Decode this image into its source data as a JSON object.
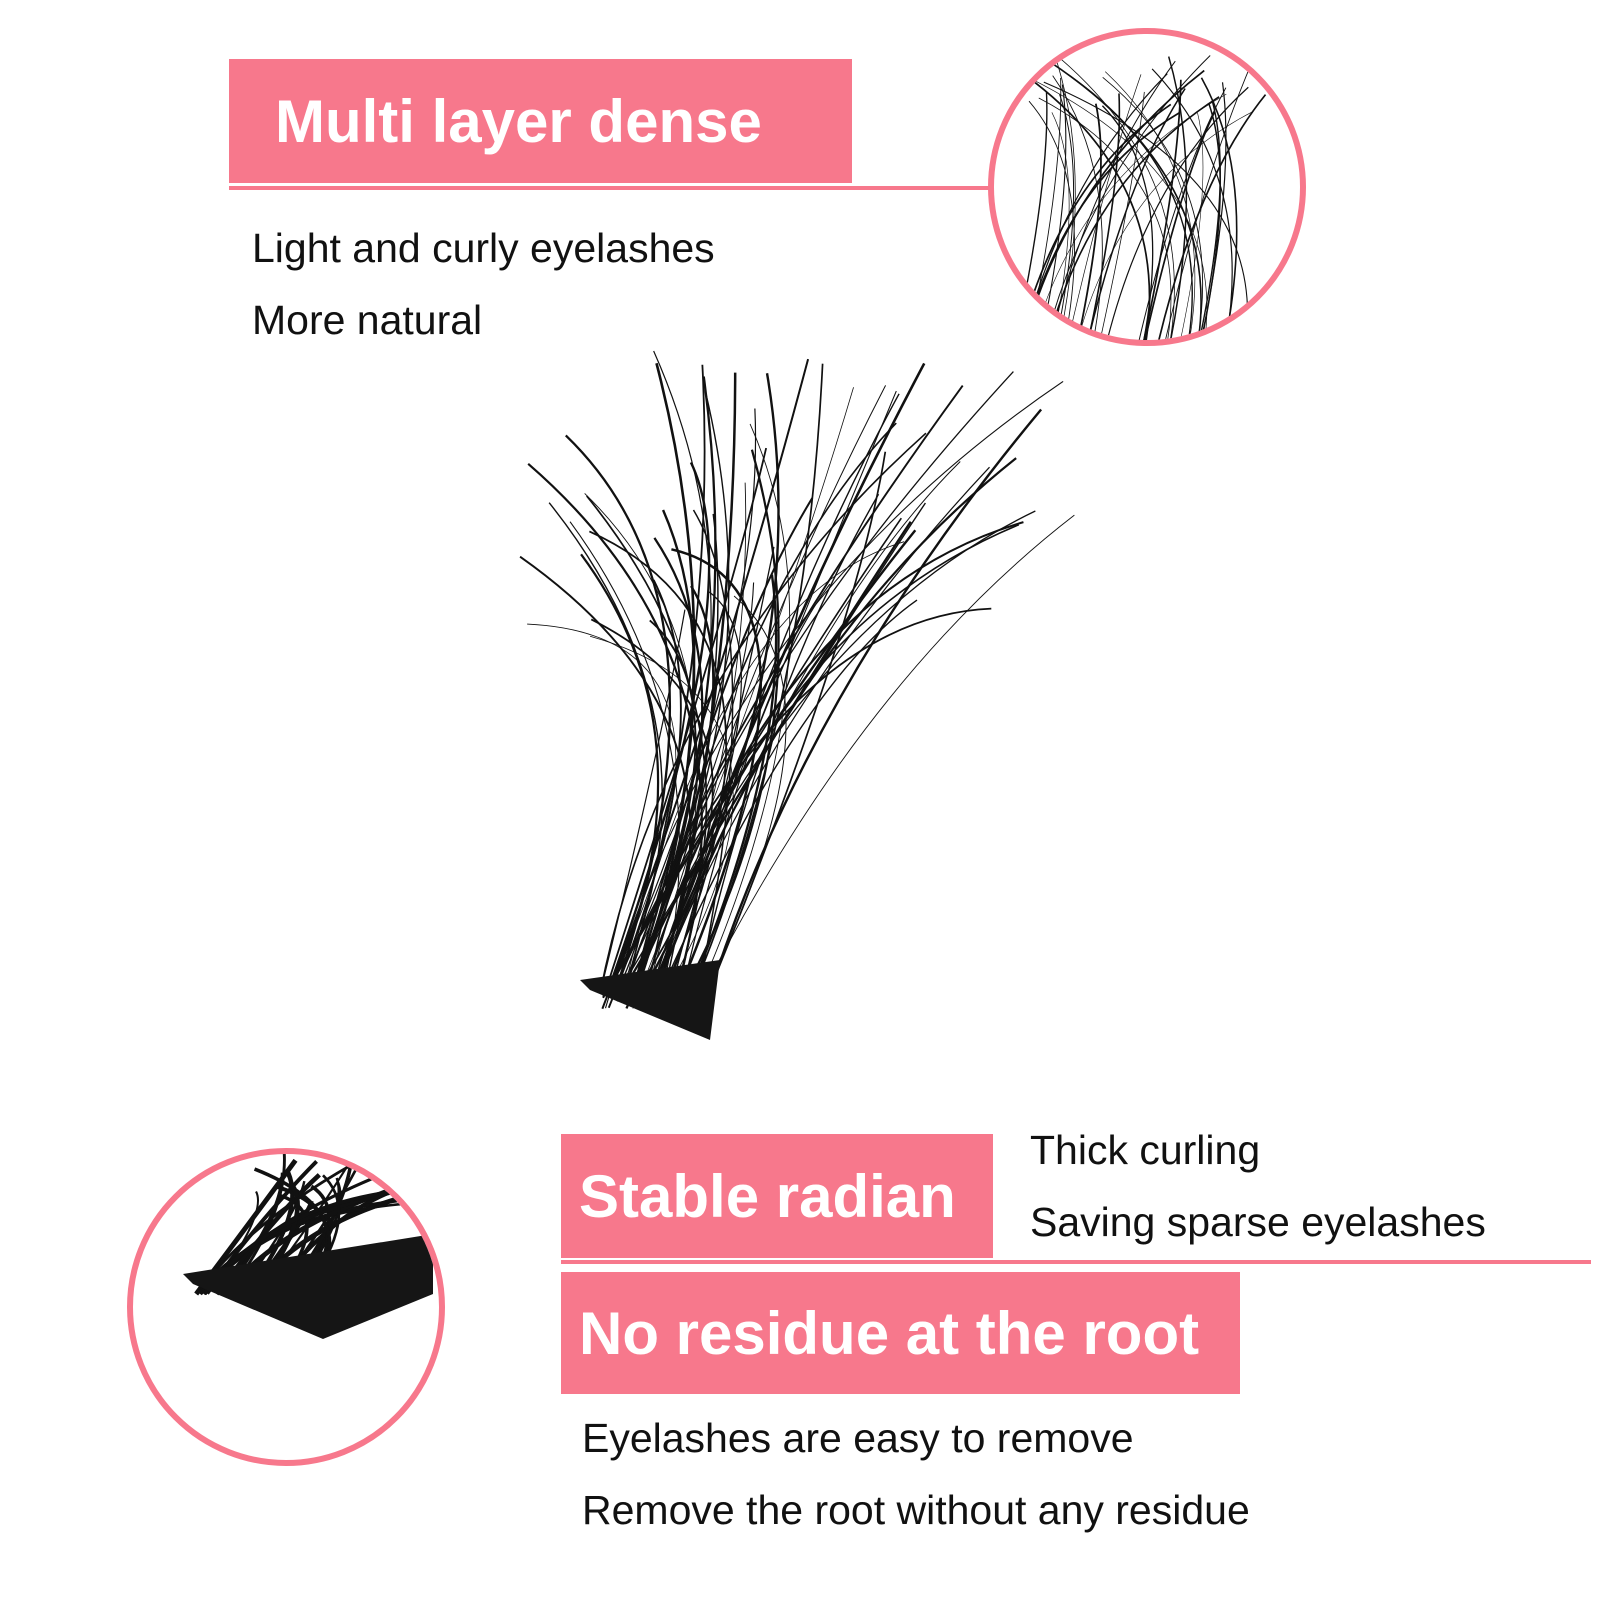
{
  "colors": {
    "accent": "#f7788c",
    "text": "#111111",
    "lash": "#111111"
  },
  "section_top": {
    "heading": "Multi layer dense",
    "lines": [
      "Light and curly eyelashes",
      "More natural"
    ]
  },
  "section_middle": {
    "heading": "Stable radian",
    "lines": [
      "Thick curling",
      "Saving sparse eyelashes"
    ]
  },
  "section_bottom": {
    "heading": "No residue at the root",
    "lines": [
      "Eyelashes are easy to remove",
      "Remove the root without any residue"
    ]
  },
  "images": {
    "main": "eyelash-cluster-photo",
    "detail_top": "lash-tips-closeup",
    "detail_bottom": "lash-root-closeup"
  }
}
